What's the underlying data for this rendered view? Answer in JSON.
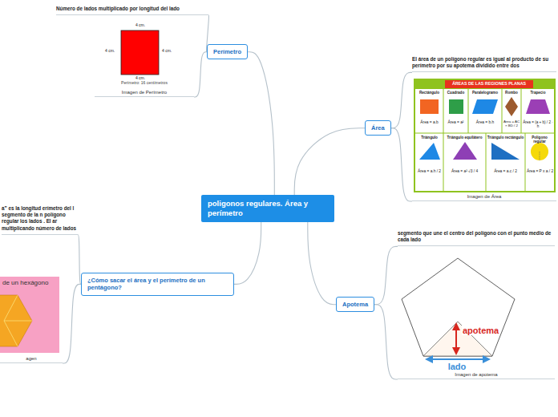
{
  "diagram": {
    "nodes": [
      {
        "text": [
          "poligonos regulares. Área y perímetro"
        ]
      },
      {
        "text": [
          "Perímetro"
        ]
      },
      {
        "text": [
          "Área"
        ]
      },
      {
        "text": [
          "Apotema"
        ]
      },
      {
        "text": [
          "¿Cómo sacar el área y el perímetro de un pentágono?"
        ]
      },
      {
        "text": [
          "Número de lados multiplicado por longitud del lado"
        ]
      },
      {
        "text": [
          "Imagen de Perímetro"
        ]
      },
      {
        "text": [
          "El área de un polígono regular es igual al producto de su perímetro por su apotema dividido entre dos"
        ]
      },
      {
        "text": [
          "Imagen de Área"
        ]
      },
      {
        "text": [
          "segmento que une el centro del polígono con el punto medio de cada lado"
        ]
      },
      {
        "text": [
          "Imagen de apotema"
        ]
      },
      {
        "text": [
          "a” es la longitud erímetro del l segmento de la n polígono regular los lados . El ar multiplicando número de lados"
        ]
      },
      {
        "text": [
          "agen"
        ]
      }
    ],
    "edges": [
      {
        "from": 0,
        "to": 1,
        "arrow": "none"
      },
      {
        "from": 0,
        "to": 2,
        "arrow": "none"
      },
      {
        "from": 0,
        "to": 3,
        "arrow": "none"
      },
      {
        "from": 0,
        "to": 4,
        "arrow": "none"
      },
      {
        "from": 1,
        "to": 5,
        "arrow": "none"
      },
      {
        "from": 1,
        "to": 6,
        "arrow": "none"
      },
      {
        "from": 2,
        "to": 7,
        "arrow": "none"
      },
      {
        "from": 2,
        "to": 8,
        "arrow": "none"
      },
      {
        "from": 3,
        "to": 9,
        "arrow": "none"
      },
      {
        "from": 3,
        "to": 10,
        "arrow": "none"
      },
      {
        "from": 4,
        "to": 11,
        "arrow": "none"
      },
      {
        "from": 4,
        "to": 12,
        "arrow": "none"
      }
    ],
    "labels": [
      "4 cm.",
      "4 cm.",
      "4 cm.",
      "4 cm.",
      "Perímetro: 16 centímetros",
      "ÁREAS DE LAS REGIONES PLANAS",
      "Rectángulo",
      "Cuadrado",
      "Paralelogramo",
      "Rombo",
      "Trapecio",
      "Área = a.b",
      "Área = a²",
      "Área = b.h",
      "Área = AC × BD / 2",
      "Área = (a + b) / 2 · h",
      "Triángulo",
      "Triángulo equilátero",
      "Triángulo rectángulo",
      "Polígono regular",
      "Área = a.h / 2",
      "Área = a² √3 / 4",
      "Área = a.c / 2",
      "Área = P x a / 2",
      "apotema",
      "lado",
      "de un hexágono"
    ]
  }
}
